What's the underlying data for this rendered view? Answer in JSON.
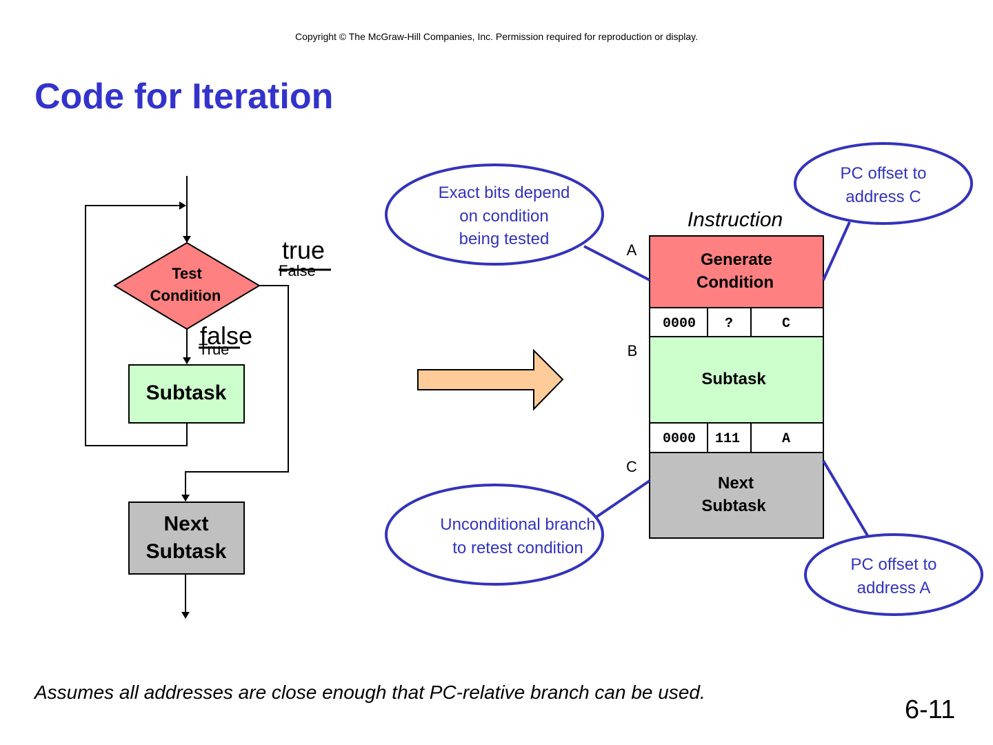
{
  "header": {
    "copyright": "Copyright © The McGraw-Hill Companies, Inc.  Permission required for reproduction or display.",
    "title": "Code for Iteration"
  },
  "flowchart": {
    "test_condition": [
      "Test",
      "Condition"
    ],
    "true_label": "true",
    "false_struck": "False",
    "false_label": "false",
    "true_struck": "True",
    "subtask": "Subtask",
    "next_subtask": [
      "Next",
      "Subtask"
    ]
  },
  "instruction_layout": {
    "heading": "Instruction",
    "address_labels": [
      "A",
      "B",
      "C"
    ],
    "generate_condition": [
      "Generate",
      "Condition"
    ],
    "branch_row_1": [
      "0000",
      "?",
      "C"
    ],
    "subtask": "Subtask",
    "branch_row_2": [
      "0000",
      "111",
      "A"
    ],
    "next_subtask": [
      "Next",
      "Subtask"
    ]
  },
  "callouts": {
    "exact_bits": [
      "Exact bits depend",
      "on condition",
      "being tested"
    ],
    "pc_offset_c": [
      "PC offset to",
      "address C"
    ],
    "unconditional": [
      "Unconditional branch",
      "to retest condition"
    ],
    "pc_offset_a": [
      "PC offset to",
      "address A"
    ]
  },
  "colors": {
    "title_blue": "#3333cc",
    "callout_blue": "#3333bb",
    "condition_red": "#ff8080",
    "subtask_green": "#ccffcc",
    "next_gray": "#c0c0c0",
    "arrow_orange": "#ffcc99"
  },
  "footer": {
    "note": "Assumes all addresses are close enough that PC-relative branch can be used.",
    "slide_number": "6-11"
  }
}
